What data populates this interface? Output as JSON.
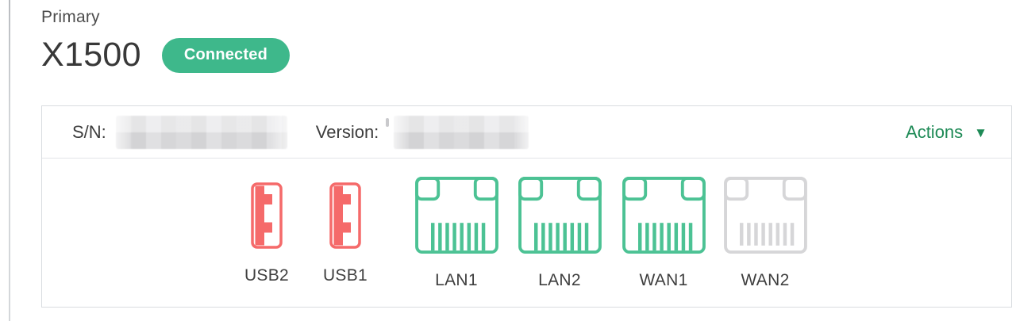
{
  "header": {
    "eyebrow": "Primary",
    "title": "X1500",
    "status": "Connected"
  },
  "info_bar": {
    "serial_label": "S/N:",
    "serial_value_masked": true,
    "version_label": "Version:",
    "version_value_masked": true,
    "actions_label": "Actions",
    "actions_icon": "chevron-down-icon",
    "caret_glyph": "▼"
  },
  "ports": [
    {
      "label": "USB2",
      "type": "usb",
      "state": "alert"
    },
    {
      "label": "USB1",
      "type": "usb",
      "state": "alert"
    },
    {
      "label": "LAN1",
      "type": "ethernet",
      "state": "active"
    },
    {
      "label": "LAN2",
      "type": "ethernet",
      "state": "active"
    },
    {
      "label": "WAN1",
      "type": "ethernet",
      "state": "active"
    },
    {
      "label": "WAN2",
      "type": "ethernet",
      "state": "inactive"
    }
  ],
  "colors": {
    "badge_green": "#3eb88b",
    "action_green": "#1e8a56",
    "port_active_green": "#4cc294",
    "usb_red": "#f56a6a",
    "port_inactive_gray": "#d6d6d8"
  }
}
